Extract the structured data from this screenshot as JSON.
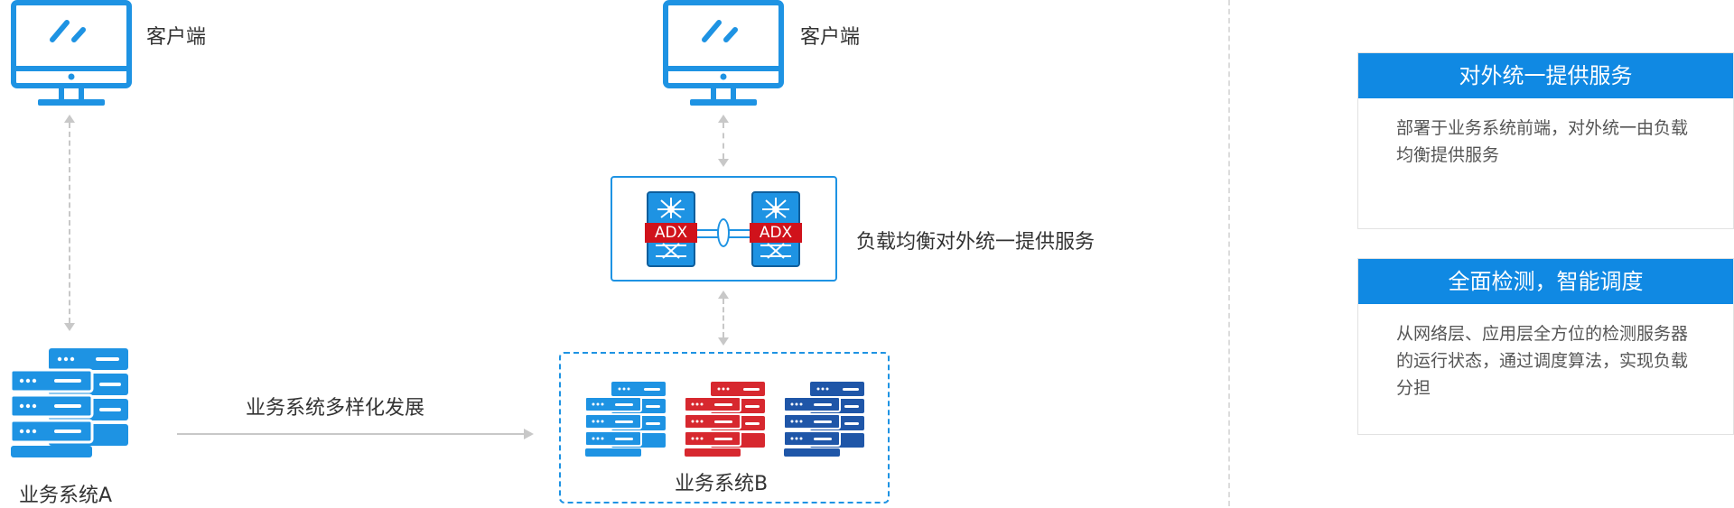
{
  "colors": {
    "primary_blue": "#1e93e3",
    "card_header_blue": "#1089e3",
    "adx_red": "#d0121b",
    "server_red": "#d7282f",
    "server_dark_blue": "#1f56a8",
    "connector_gray": "#c8c8c8"
  },
  "left_section": {
    "client_label": "客户端",
    "system_a_label": "业务系统A",
    "evolution_label": "业务系统多样化发展"
  },
  "middle_section": {
    "client_label": "客户端",
    "adx_label_1": "ADX",
    "adx_label_2": "ADX",
    "load_balance_label": "负载均衡对外统一提供服务",
    "system_b_label": "业务系统B"
  },
  "cards": [
    {
      "title": "对外统一提供服务",
      "body": "部署于业务系统前端，对外统一由负载均衡提供服务"
    },
    {
      "title": "全面检测，智能调度",
      "body": "从网络层、应用层全方位的检测服务器的运行状态，通过调度算法，实现负载分担"
    }
  ],
  "icons": [
    "monitor-icon",
    "server-stack-icon",
    "adx-switch-icon"
  ]
}
